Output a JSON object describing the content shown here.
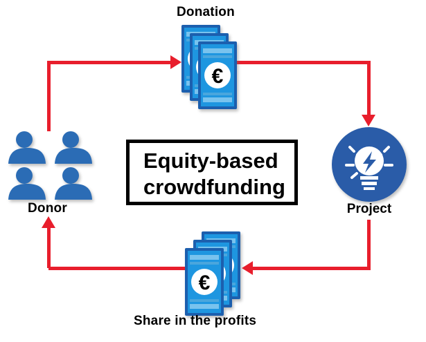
{
  "diagram": {
    "center_box": {
      "line1": "Equity-based",
      "line2": "crowdfunding"
    },
    "nodes": {
      "donation": {
        "label": "Donation",
        "icon": "euro-banknotes-icon"
      },
      "project": {
        "label": "Project",
        "icon": "lightbulb-icon"
      },
      "profits": {
        "label": "Share in the profits",
        "icon": "euro-banknotes-icon"
      },
      "donor": {
        "label": "Donor",
        "icon": "people-group-icon"
      }
    },
    "currency_symbol": "€",
    "colors": {
      "arrow_red": "#e81e2c",
      "banknote_fill": "#1e96e0",
      "banknote_border": "#1c5fae",
      "banknote_stripe_light": "#79c3ee",
      "banknote_stripe_mid": "#4aa6dd",
      "person_blue": "#2b6cb5",
      "project_circle_blue": "#2a5ca8",
      "box_border": "#000000",
      "label_text": "#000000",
      "background": "#ffffff"
    }
  }
}
